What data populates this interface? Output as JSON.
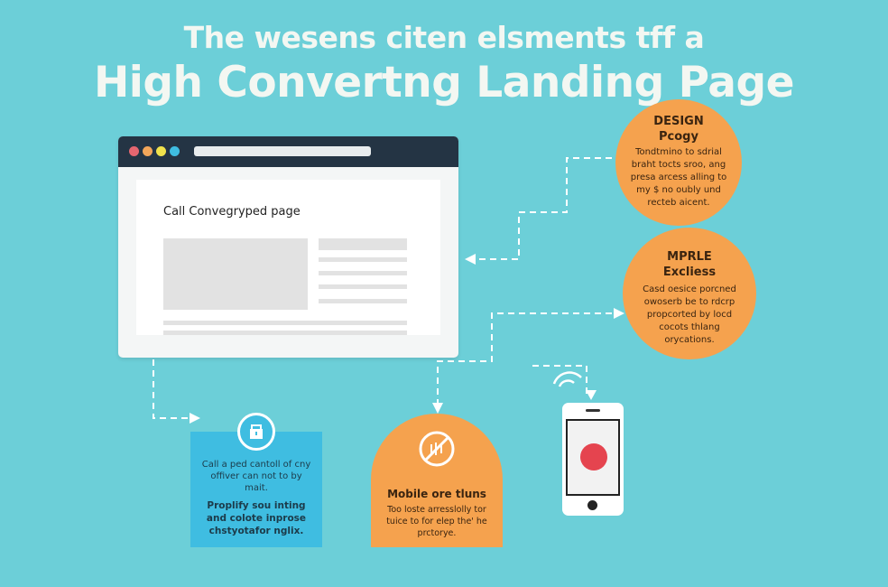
{
  "title": {
    "line1": "The wesens citen elsments tff a",
    "line2": "High Convertng Landing Page"
  },
  "browser": {
    "page_heading": "Call Convegryped page",
    "dot_colors": [
      "#e56670",
      "#f2a65a",
      "#f0e24c",
      "#3fbde1"
    ]
  },
  "circles": [
    {
      "title1": "DESIGN",
      "title2": "Pcogy",
      "text": "Tondtmino to sdrial braht tocts sroo, ang presa arcess alling to my $ no oubly und recteb aicent."
    },
    {
      "title1": "MPRLE",
      "title2": "Excliess",
      "text": "Casd oesice porcned owoserb be to rdcrp propcorted by locd cocots thlang orycations."
    }
  ],
  "blue_box": {
    "text": "Call a ped cantoll of cny offiver can not to by mait.",
    "bold": "Proplify sou inting and colote inprose chstyotafor nglix."
  },
  "mobile_card": {
    "title": "Mobile ore tluns",
    "text": "Too loste arresslolly tor tuice to for elep the' he prctorye."
  },
  "colors": {
    "background": "#6ccfd8",
    "orange": "#f5a24e",
    "blue": "#3fbde1",
    "browser_bar": "#243444"
  },
  "icons": [
    "lock-icon",
    "no-sign-icon",
    "wifi-icon",
    "smartphone-icon"
  ]
}
